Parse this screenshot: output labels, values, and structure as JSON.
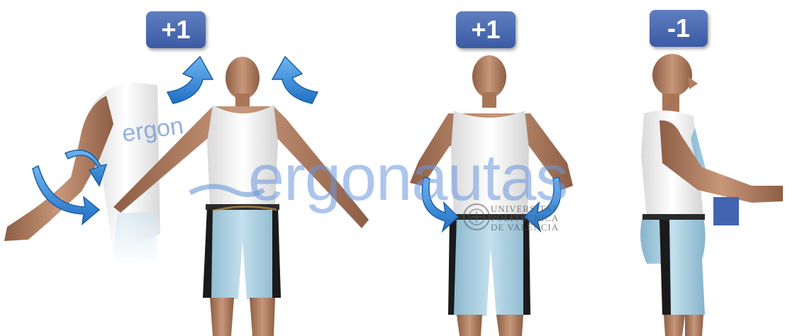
{
  "badges": [
    {
      "label": "+1"
    },
    {
      "label": "+1"
    },
    {
      "label": "-1"
    }
  ],
  "watermark": {
    "text": "ergonautas",
    "shirt_logo": "ergon",
    "university_lines": [
      "UNIVERSITAT",
      "POLITÈCNICA",
      "DE VALÈNCIA"
    ]
  },
  "colors": {
    "badge": "#4a6bb5",
    "arrow": "#2f86d6",
    "shirt": "#f2f2f2",
    "skin": "#b8866a",
    "shorts": "#a9cde0",
    "shorts_stripe": "#1a1a1a",
    "marker": "#4263b0"
  }
}
